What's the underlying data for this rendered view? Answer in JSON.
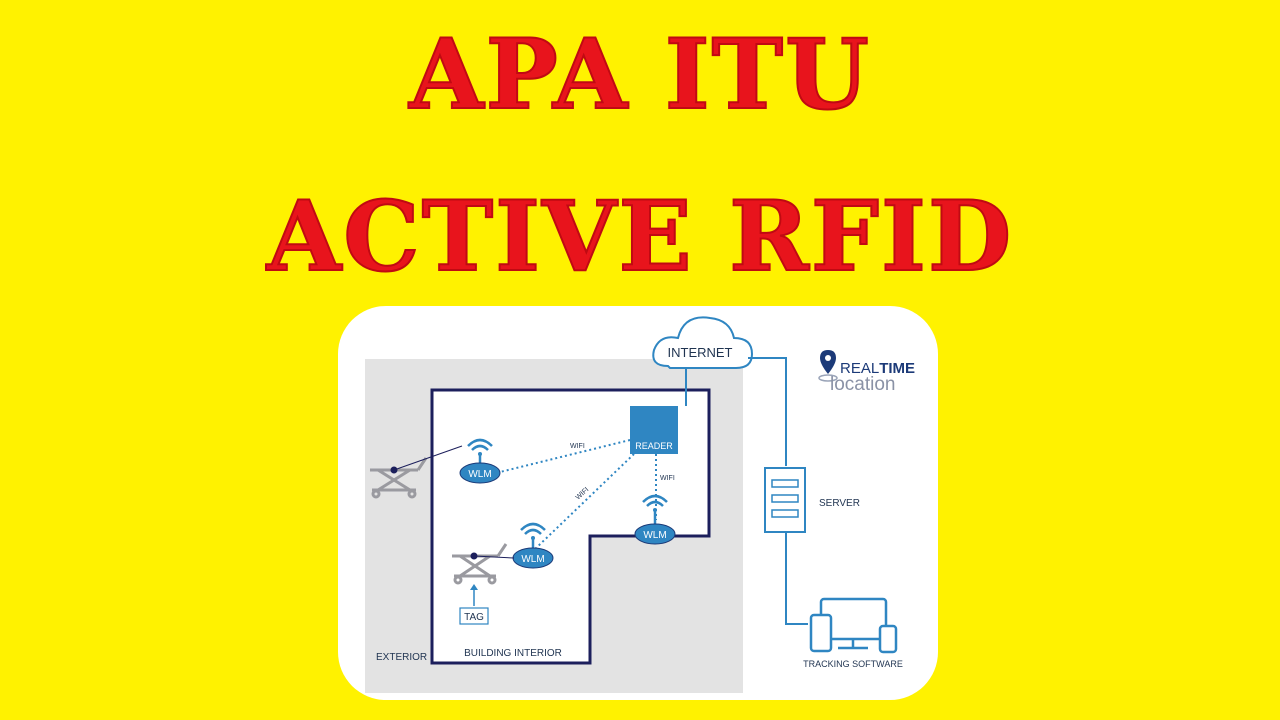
{
  "title": {
    "line1": "APA ITU",
    "line2": "ACTIVE RFID"
  },
  "colors": {
    "background": "#fff200",
    "title": "#e8141c",
    "diagram_blue": "#2f86c2",
    "building_outline": "#1c1f5c"
  },
  "diagram": {
    "internet_label": "INTERNET",
    "brand": {
      "word1": "REAL",
      "word2": "TIME",
      "word3": "location"
    },
    "reader_label": "READER",
    "wifi_label": "WIFI",
    "wlm_label": "WLM",
    "server_label": "SERVER",
    "tracking_label": "TRACKING SOFTWARE",
    "tag_label": "TAG",
    "exterior_label": "EXTERIOR",
    "interior_label": "BUILDING INTERIOR"
  }
}
